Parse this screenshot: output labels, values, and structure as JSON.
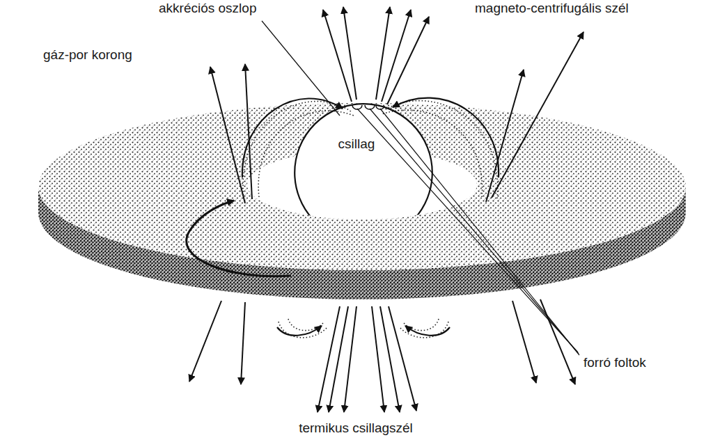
{
  "diagram": {
    "nodes": [
      {
        "text": [
          "csillag"
        ]
      }
    ],
    "labels": [
      "akkréciós oszlop",
      "magneto-centrifugális szél",
      "gáz-por korong",
      "forró foltok",
      "termikus csillagszél"
    ]
  }
}
